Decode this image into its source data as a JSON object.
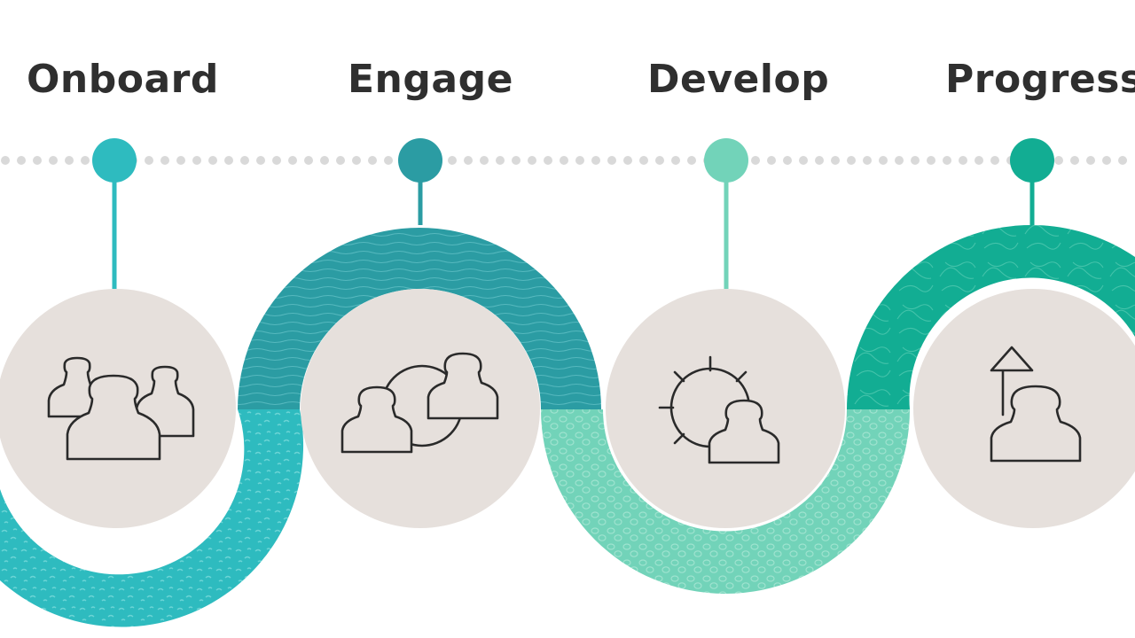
{
  "stages": [
    {
      "id": "onboard",
      "label": "Onboard",
      "icon": "group-of-people-icon",
      "color": "#2ebbbf"
    },
    {
      "id": "engage",
      "label": "Engage",
      "icon": "connected-people-icon",
      "color": "#2b9ca3"
    },
    {
      "id": "develop",
      "label": "Develop",
      "icon": "gear-person-icon",
      "color": "#72d3b9"
    },
    {
      "id": "progress",
      "label": "Progress",
      "icon": "person-arrow-up-icon",
      "color": "#12ad93"
    }
  ],
  "colors": {
    "timeline_dots": "#d9d9d9",
    "stage_circle": "#e6e0dc",
    "icon_stroke": "#2a2a2a",
    "label_text": "#2f2f2f"
  }
}
